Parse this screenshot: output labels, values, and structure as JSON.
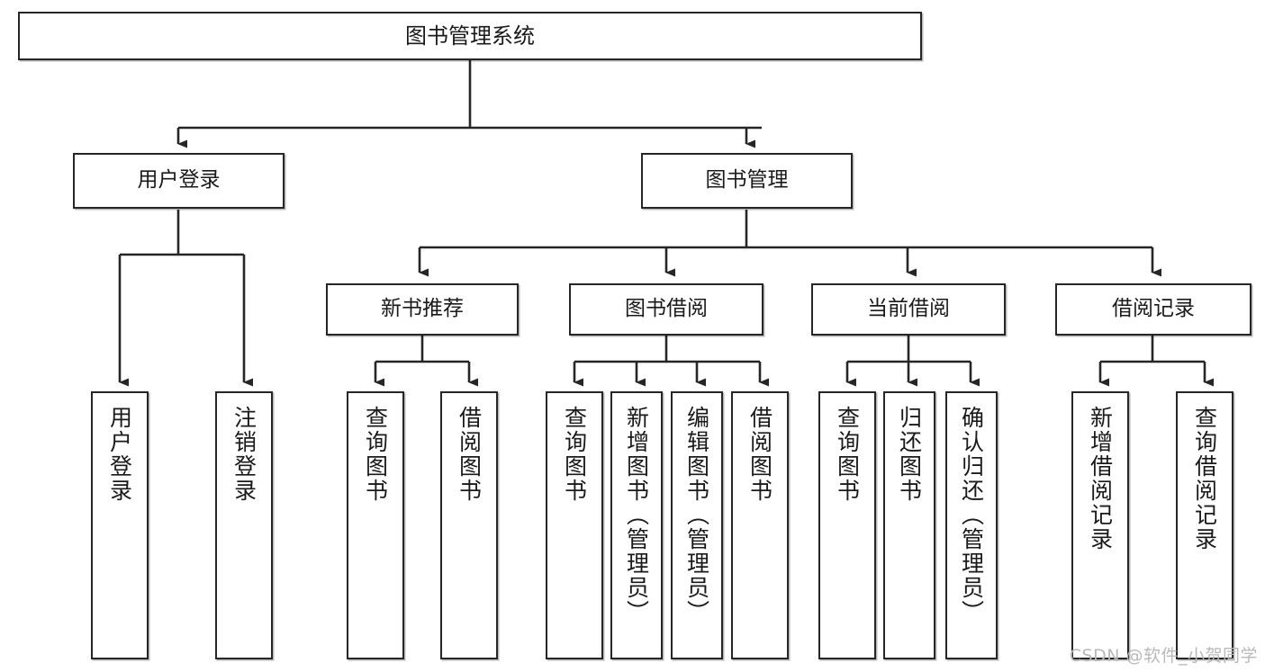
{
  "diagram": {
    "title": "图书管理系统",
    "type": "function-tree",
    "root": {
      "id": "root",
      "label": "图书管理系统"
    },
    "level2": [
      {
        "id": "user-login",
        "label": "用户登录"
      },
      {
        "id": "book-management",
        "label": "图书管理"
      }
    ],
    "level3": [
      {
        "id": "new-book-recommend",
        "label": "新书推荐"
      },
      {
        "id": "book-borrow",
        "label": "图书借阅"
      },
      {
        "id": "current-borrow",
        "label": "当前借阅"
      },
      {
        "id": "borrow-record",
        "label": "借阅记录"
      }
    ],
    "leaves": {
      "user_login": [
        {
          "id": "leaf-user-login",
          "label": "用户登录"
        },
        {
          "id": "leaf-logout-login",
          "label": "注销登录"
        }
      ],
      "new_book_recommend": [
        {
          "id": "leaf-query-book-1",
          "label": "查询图书"
        },
        {
          "id": "leaf-borrow-book-1",
          "label": "借阅图书"
        }
      ],
      "book_borrow": [
        {
          "id": "leaf-query-book-2",
          "label": "查询图书"
        },
        {
          "id": "leaf-add-book",
          "label": "新增图书（管理员）"
        },
        {
          "id": "leaf-edit-book",
          "label": "编辑图书（管理员）"
        },
        {
          "id": "leaf-borrow-book-2",
          "label": "借阅图书"
        }
      ],
      "current_borrow": [
        {
          "id": "leaf-query-book-3",
          "label": "查询图书"
        },
        {
          "id": "leaf-return-book",
          "label": "归还图书"
        },
        {
          "id": "leaf-confirm-return",
          "label": "确认归还（管理员）"
        }
      ],
      "borrow_record": [
        {
          "id": "leaf-add-record",
          "label": "新增借阅记录"
        },
        {
          "id": "leaf-query-record",
          "label": "查询借阅记录"
        }
      ]
    }
  },
  "watermark": {
    "text": "CSDN @软件_小贺同学"
  },
  "colors": {
    "stroke": "#262626",
    "node_fill": "#ffffff",
    "text": "#1a1a1a",
    "watermark": "#b9b9b9",
    "background": "#ffffff"
  }
}
